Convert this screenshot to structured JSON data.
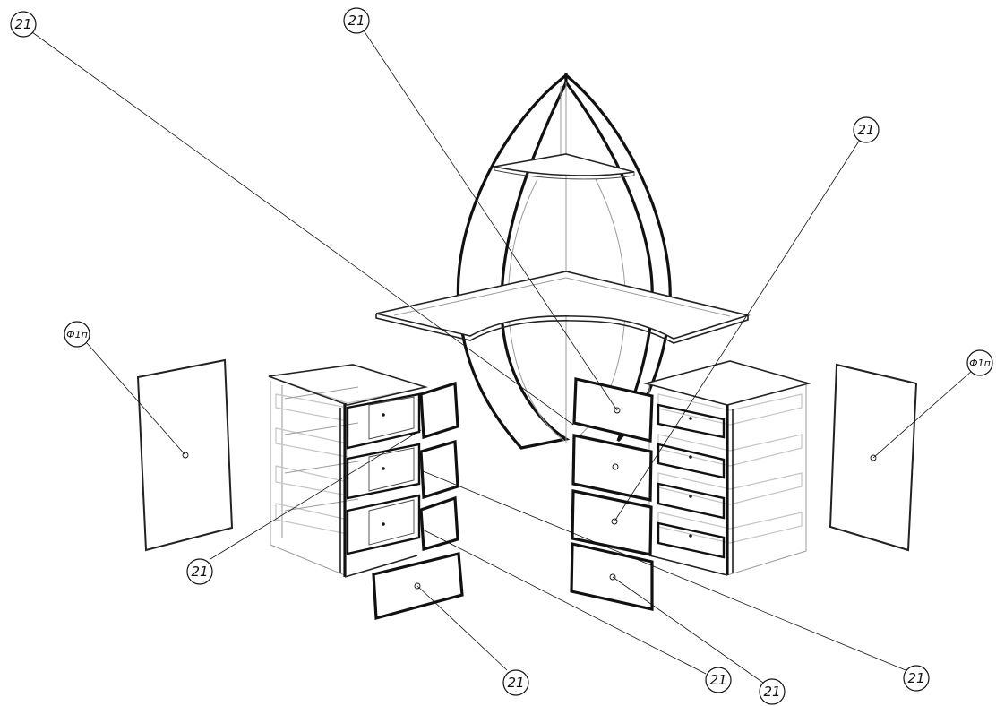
{
  "diagram": {
    "panel_callout": "Ф1п",
    "front_callout": "21",
    "callouts": [
      {
        "id": "top-left",
        "text": "21"
      },
      {
        "id": "top-center",
        "text": "21"
      },
      {
        "id": "top-right",
        "text": "21"
      },
      {
        "id": "left-panel",
        "text": "Ф1п"
      },
      {
        "id": "right-panel",
        "text": "Ф1п"
      },
      {
        "id": "left-drawer-front",
        "text": "21"
      },
      {
        "id": "bottom-left-drawer",
        "text": "21"
      },
      {
        "id": "bottom-center",
        "text": "21"
      },
      {
        "id": "bottom-center-right",
        "text": "21"
      },
      {
        "id": "bottom-right",
        "text": "21"
      }
    ]
  }
}
